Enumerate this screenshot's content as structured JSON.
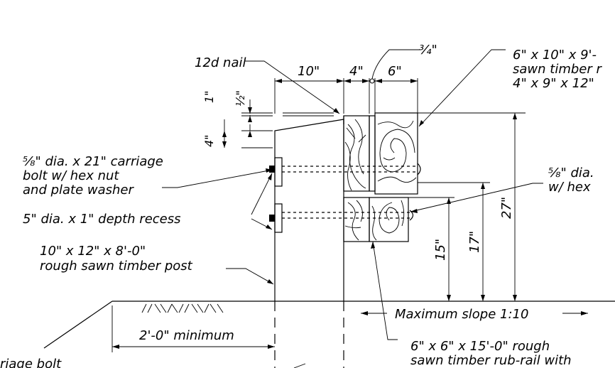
{
  "labels": {
    "nail": "12d nail",
    "dim_10": "10\"",
    "dim_4_top": "4\"",
    "dim_6_top": "6\"",
    "dim_3_4": "¾\"",
    "dim_1": "1\"",
    "dim_half": "½\"",
    "dim_4_left": "4\"",
    "rail_top_line1": "6\" x 10\" x 9'-",
    "rail_top_line2": "sawn timber r",
    "rail_top_line3": "4\" x 9\" x 12\"",
    "bolt_right_line1": "⅝\" dia.",
    "bolt_right_line2": "w/ hex",
    "carriage_line1": "⅝\" dia. x 21\" carriage",
    "carriage_line2": "bolt w/ hex nut",
    "carriage_line3": "and plate washer",
    "recess": "5\" dia. x 1\" depth recess",
    "post_line1": "10\" x 12\" x 8'-0\"",
    "post_line2": "rough sawn timber post",
    "dim_15": "15\"",
    "dim_17": "17\"",
    "dim_27": "27\"",
    "slope": "Maximum slope 1:10",
    "min_embed": "2'-0\" minimum",
    "rubrail_line1": "6\" x 6\" x 15'-0\" rough",
    "rubrail_line2": "sawn timber rub-rail with",
    "cut_off": "riage bolt"
  }
}
